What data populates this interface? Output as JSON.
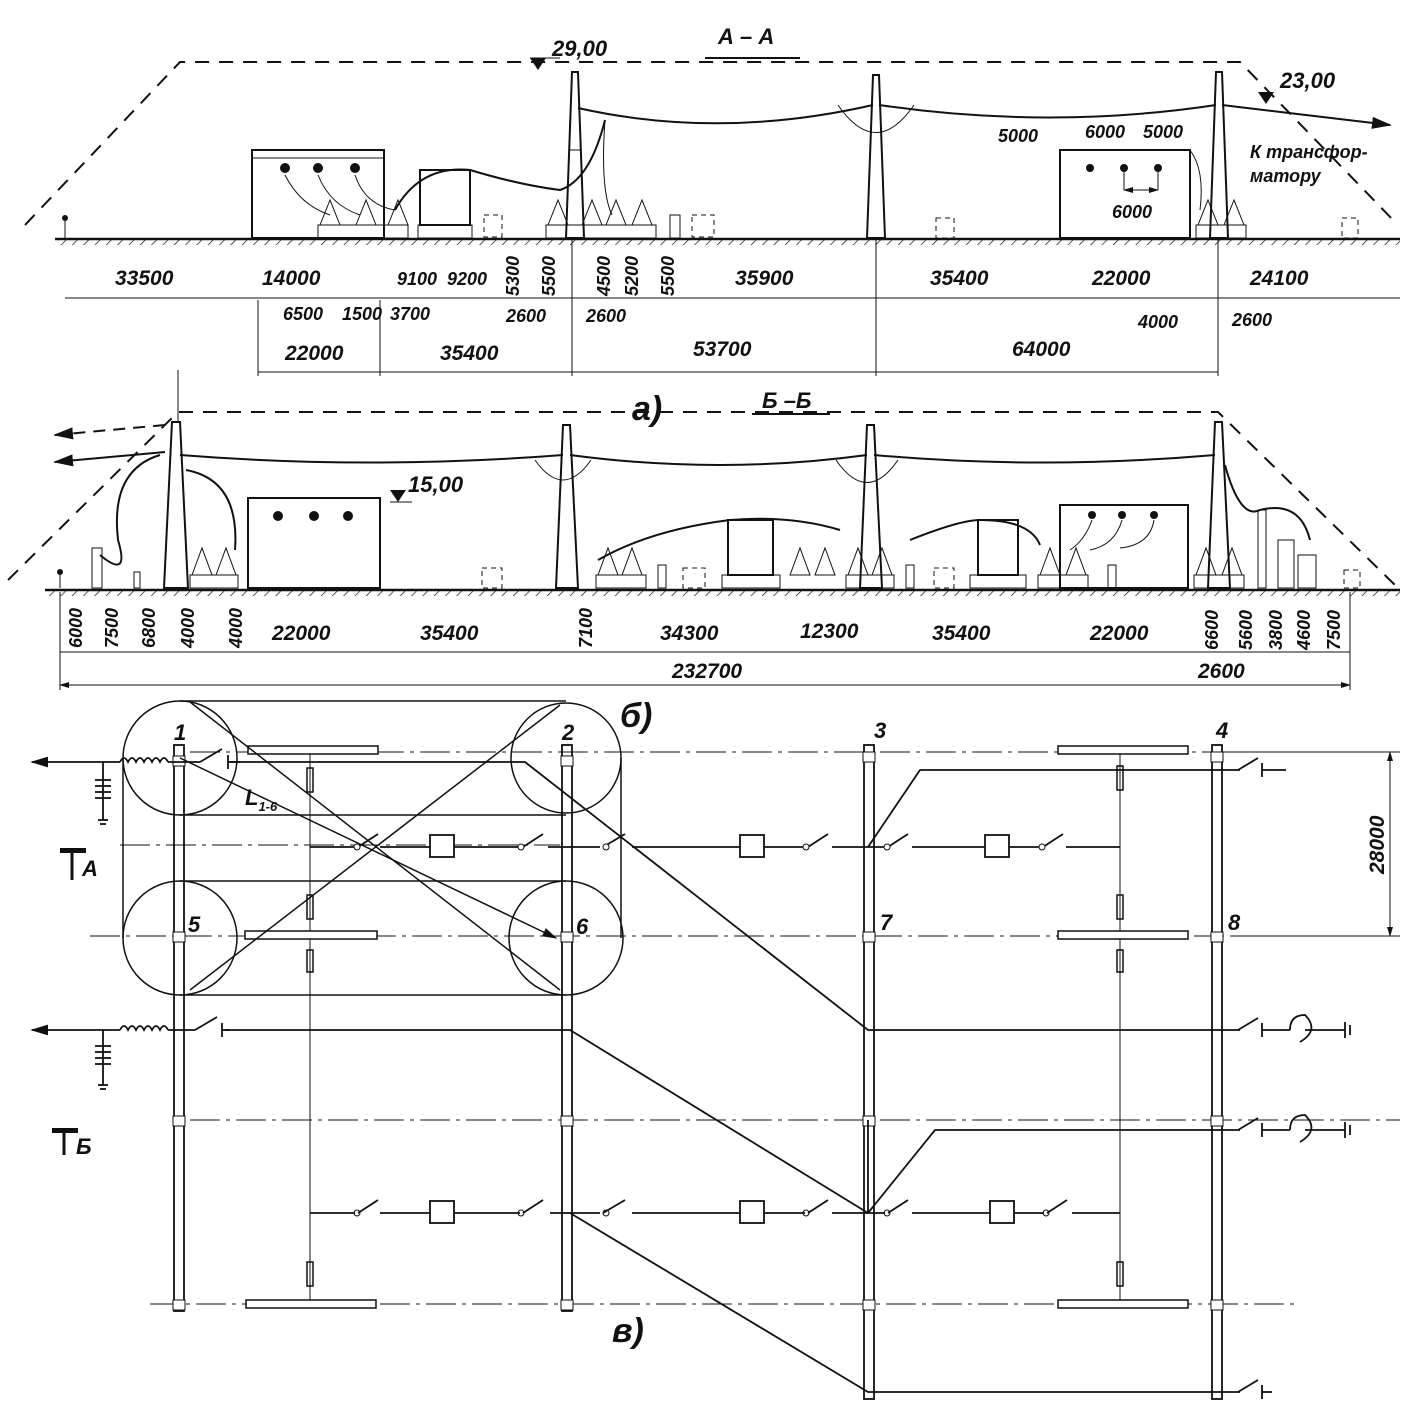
{
  "sections": {
    "a": {
      "title": "А – А",
      "caption": "а)",
      "elev_top": "29,00",
      "elev_right": "23,00",
      "to_transformer_1": "К трансфор-",
      "to_transformer_2": "матору",
      "top_dims": [
        "5000",
        "6000",
        "5000",
        "6000"
      ],
      "row1": [
        "33500",
        "14000",
        "9100",
        "9200",
        "5300",
        "5500",
        "4500",
        "5200",
        "5500",
        "35900",
        "35400",
        "22000",
        "24100"
      ],
      "row2": [
        "6500",
        "1500",
        "3700",
        "2600",
        "2600",
        "4000",
        "2600"
      ],
      "row3": [
        "22000",
        "35400",
        "53700",
        "64000"
      ]
    },
    "b": {
      "title": "Б –Б",
      "caption": "б)",
      "elev": "15,00",
      "row1": [
        "6000",
        "7500",
        "6800",
        "4000",
        "4000",
        "22000",
        "35400",
        "7100",
        "34300",
        "12300",
        "35400",
        "22000",
        "6600",
        "5600",
        "3800",
        "4600",
        "7500"
      ],
      "total": "232700",
      "extra": "2600"
    },
    "c": {
      "caption": "в)",
      "nodes": [
        "1",
        "2",
        "3",
        "4",
        "5",
        "6",
        "7",
        "8"
      ],
      "span": "28000",
      "lead_label": "L",
      "lead_sub": "1-6",
      "cut_a": "А",
      "cut_b": "Б"
    }
  }
}
